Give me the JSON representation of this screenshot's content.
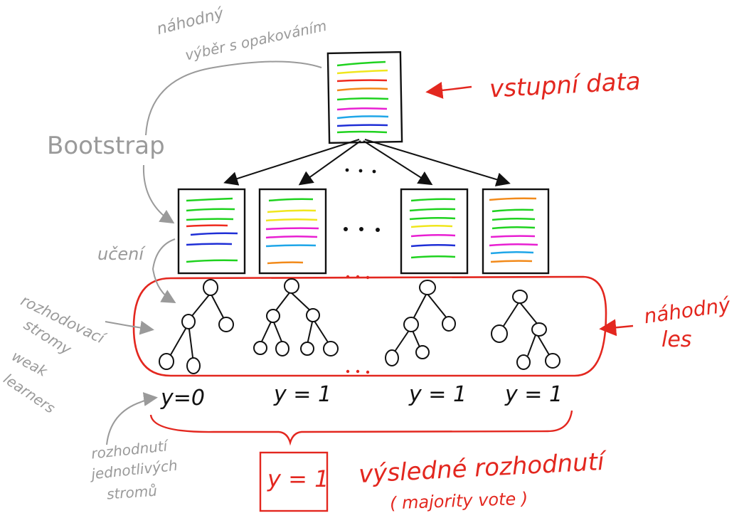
{
  "labels": {
    "top_annotation_line1": "náhodný",
    "top_annotation_line2": "výběr s opakováním",
    "bootstrap": "Bootstrap",
    "input_data": "vstupní data",
    "ellipsis": "...",
    "learning": "učení",
    "trees_line1": "rozhodovací",
    "trees_line2": "stromy",
    "weak_line1": "weak",
    "weak_line2": "learners",
    "random_forest_line1": "náhodný",
    "random_forest_line2": "les",
    "votes": [
      "y=0",
      "y = 1",
      "y = 1",
      "y = 1"
    ],
    "individual_line1": "rozhodnutí",
    "individual_line2": "jednotlivých",
    "individual_line3": "stromů",
    "final_result_box": "y = 1",
    "final_result": "výsledné rozhodnutí",
    "majority_vote": "( majority vote )"
  },
  "colors": {
    "ink": "#111111",
    "annotation_gray": "#9a9a9a",
    "accent_red": "#e3271f",
    "stripe_green": "#1fd21f",
    "stripe_yellow": "#f0e61e",
    "stripe_red": "#ef2b1f",
    "stripe_orange": "#f28a1a",
    "stripe_magenta": "#e81fd2",
    "stripe_cyan": "#1fa6e8",
    "stripe_blue": "#1f2fd6"
  }
}
